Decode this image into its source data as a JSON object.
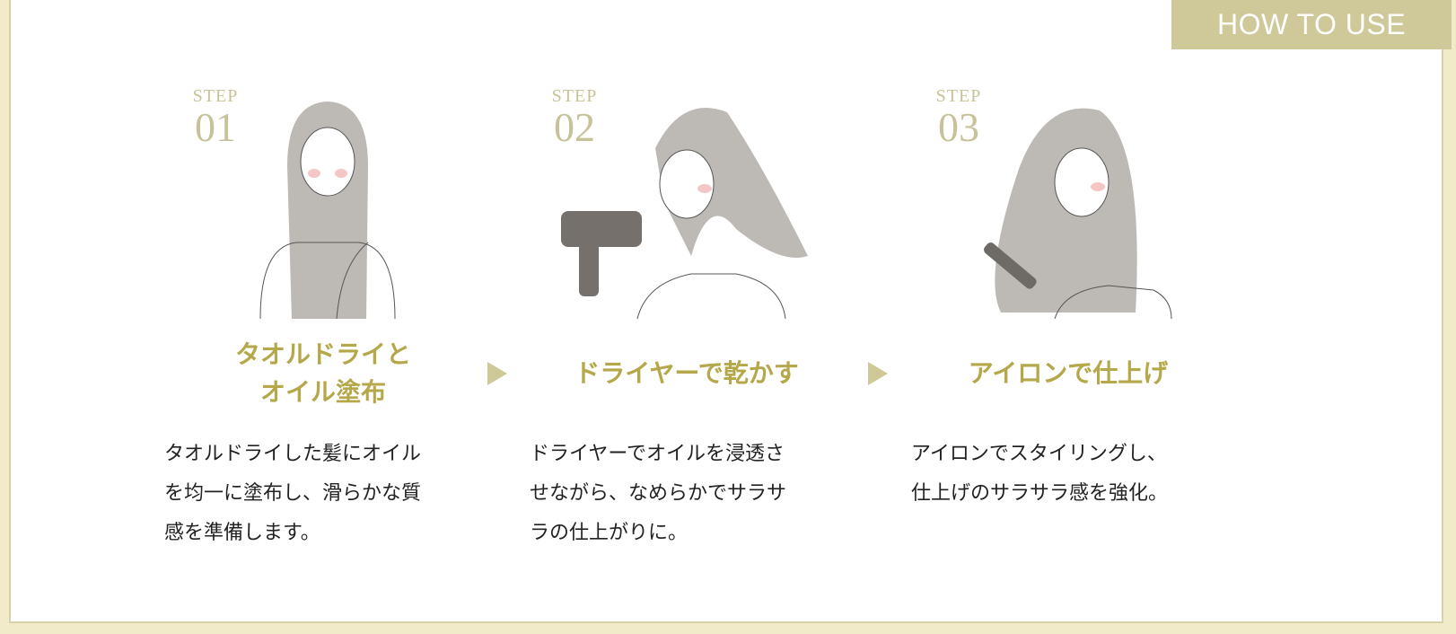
{
  "badge": "HOW TO USE",
  "steps": [
    {
      "label": "STEP",
      "number": "01",
      "title_line1": "タオルドライと",
      "title_line2": "オイル塗布",
      "desc_lines": [
        "タオルドライした髪にオイル",
        "を均一に塗布し、滑らかな質",
        "感を準備します。"
      ]
    },
    {
      "label": "STEP",
      "number": "02",
      "title_line1": "ドライヤーで乾かす",
      "desc_lines": [
        "ドライヤーでオイルを浸透さ",
        "せながら、なめらかでサラサ",
        "ラの仕上がりに。"
      ]
    },
    {
      "label": "STEP",
      "number": "03",
      "title_line1": "アイロンで仕上げ",
      "desc_lines": [
        "アイロンでスタイリングし、",
        "仕上げのサラサラ感を強化。"
      ]
    }
  ]
}
